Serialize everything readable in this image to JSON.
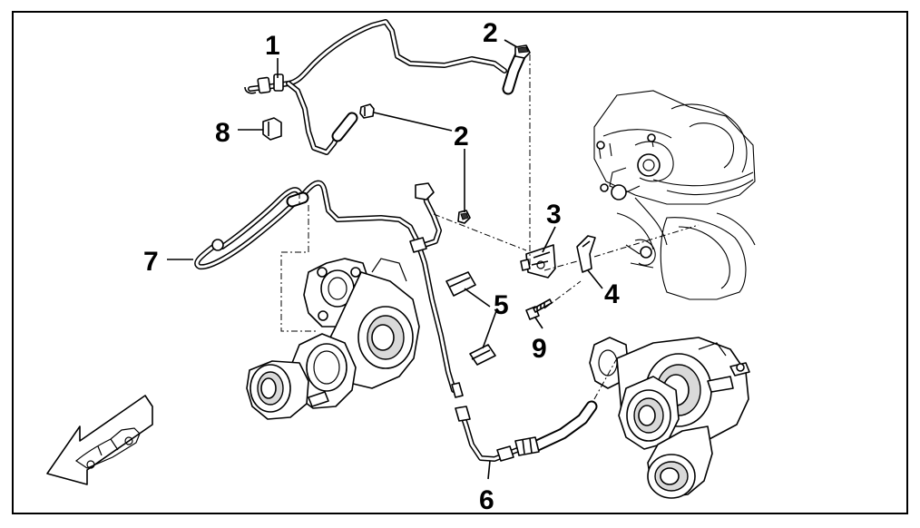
{
  "callouts": {
    "c1": "1",
    "c2a": "2",
    "c2b": "2",
    "c3": "3",
    "c4": "4",
    "c5": "5",
    "c6": "6",
    "c7": "7",
    "c8": "8",
    "c9": "9"
  },
  "icons": {
    "direction": "vehicle-direction-arrow-icon"
  }
}
